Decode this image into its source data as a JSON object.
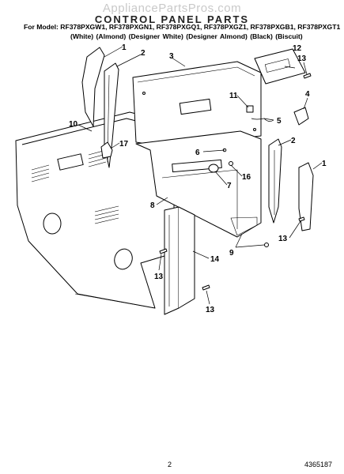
{
  "header": {
    "watermark": "AppliancePartsPros.com",
    "title": "CONTROL PANEL PARTS",
    "model_line": "For Model: RF378PXGW1, RF378PXGN1, RF378PXGQ1, RF378PXGZ1, RF378PXGB1, RF378PXGT1",
    "colors_line": "(White)   (Almond)  (Designer White)  (Designer Almond)  (Black)   (Biscuit)"
  },
  "diagram": {
    "callouts": [
      {
        "id": "1a",
        "text": "1"
      },
      {
        "id": "2a",
        "text": "2"
      },
      {
        "id": "3",
        "text": "3"
      },
      {
        "id": "12",
        "text": "12"
      },
      {
        "id": "13a",
        "text": "13"
      },
      {
        "id": "4",
        "text": "4"
      },
      {
        "id": "11",
        "text": "11"
      },
      {
        "id": "5",
        "text": "5"
      },
      {
        "id": "10",
        "text": "10"
      },
      {
        "id": "17",
        "text": "17"
      },
      {
        "id": "6",
        "text": "6"
      },
      {
        "id": "2b",
        "text": "2"
      },
      {
        "id": "1b",
        "text": "1"
      },
      {
        "id": "16",
        "text": "16"
      },
      {
        "id": "7",
        "text": "7"
      },
      {
        "id": "8",
        "text": "8"
      },
      {
        "id": "13b",
        "text": "13"
      },
      {
        "id": "9",
        "text": "9"
      },
      {
        "id": "14",
        "text": "14"
      },
      {
        "id": "13c",
        "text": "13"
      },
      {
        "id": "13d",
        "text": "13"
      }
    ]
  },
  "footer": {
    "page_number": "2",
    "document_number": "4365187"
  }
}
